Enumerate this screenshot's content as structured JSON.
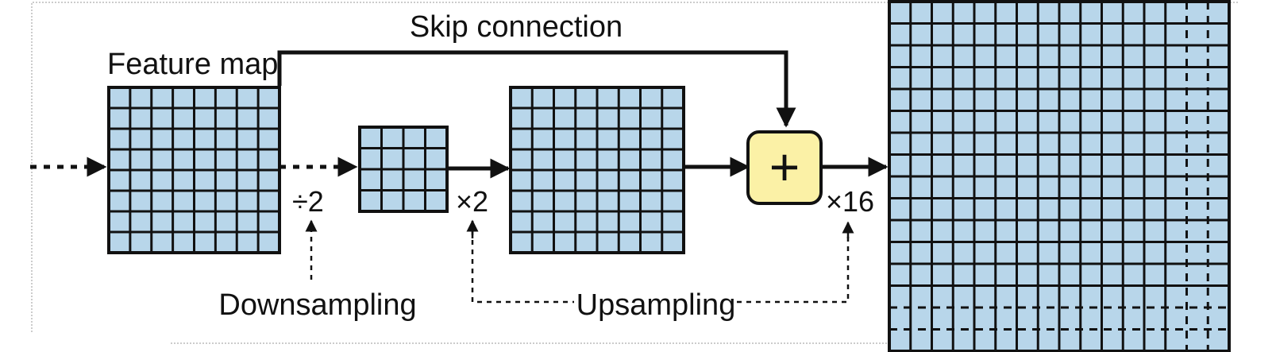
{
  "labels": {
    "skip_connection": "Skip connection",
    "feature_map": "Feature map",
    "downsample_factor": "÷2",
    "upsample_factor_small": "×2",
    "upsample_factor_large": "×16",
    "downsampling": "Downsampling",
    "upsampling": "Upsampling",
    "add_symbol": "+"
  },
  "grids": {
    "feature_map": {
      "rows": 8,
      "cols": 8
    },
    "downsampled": {
      "rows": 4,
      "cols": 4
    },
    "upsampled": {
      "rows": 8,
      "cols": 8
    },
    "output": {
      "rows": 16,
      "cols": 16
    }
  },
  "colors": {
    "cell_fill": "#b8d6ea",
    "grid_line": "#111111",
    "add_node_fill": "#fbf1a6",
    "arrow": "#111111"
  }
}
